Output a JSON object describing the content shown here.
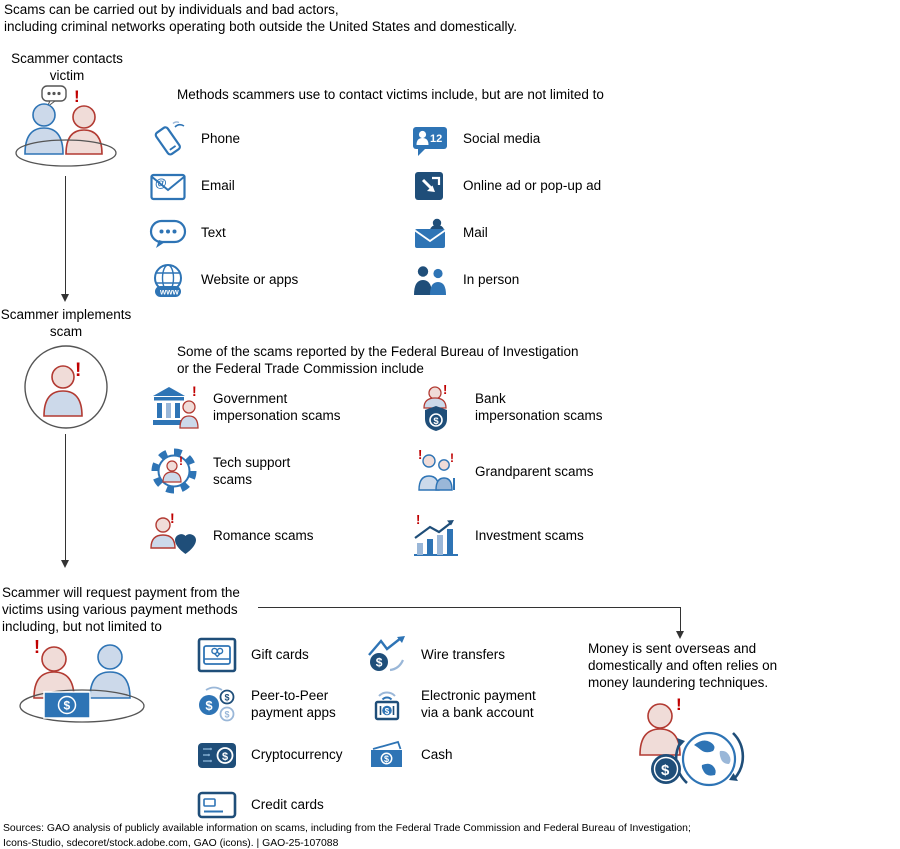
{
  "intro": {
    "text": "Scams can be carried out by individuals and bad actors,\nincluding criminal networks operating both outside the United States and domestically."
  },
  "flow": {
    "step1": "Scammer contacts\nvictim",
    "step2": "Scammer implements\nscam",
    "step3": "Scammer will request payment from the\nvictims using various payment methods\nincluding, but not limited to"
  },
  "contact_methods": {
    "header": "Methods scammers use to contact victims include, but are not limited to",
    "items": [
      {
        "icon": "phone-icon",
        "label": "Phone"
      },
      {
        "icon": "social-media-icon",
        "label": "Social media"
      },
      {
        "icon": "email-icon",
        "label": "Email"
      },
      {
        "icon": "online-ad-icon",
        "label": "Online ad or pop-up ad"
      },
      {
        "icon": "text-message-icon",
        "label": "Text"
      },
      {
        "icon": "mail-icon",
        "label": "Mail"
      },
      {
        "icon": "website-icon",
        "label": "Website or apps"
      },
      {
        "icon": "in-person-icon",
        "label": "In person"
      }
    ]
  },
  "scam_types": {
    "header": "Some of the scams reported by the Federal Bureau of Investigation\nor the Federal Trade Commission include",
    "items": [
      {
        "icon": "government-impersonation-icon",
        "label": "Government\nimpersonation scams"
      },
      {
        "icon": "bank-impersonation-icon",
        "label": "Bank\nimpersonation scams"
      },
      {
        "icon": "tech-support-icon",
        "label": "Tech support\nscams"
      },
      {
        "icon": "grandparent-icon",
        "label": "Grandparent scams"
      },
      {
        "icon": "romance-icon",
        "label": "Romance scams"
      },
      {
        "icon": "investment-icon",
        "label": "Investment scams"
      }
    ]
  },
  "payment_methods": {
    "items": [
      {
        "icon": "gift-card-icon",
        "label": "Gift cards"
      },
      {
        "icon": "wire-transfer-icon",
        "label": "Wire transfers"
      },
      {
        "icon": "p2p-payment-icon",
        "label": "Peer-to-Peer\npayment apps"
      },
      {
        "icon": "electronic-payment-icon",
        "label": "Electronic payment\nvia a bank account"
      },
      {
        "icon": "cryptocurrency-icon",
        "label": "Cryptocurrency"
      },
      {
        "icon": "cash-icon",
        "label": "Cash"
      },
      {
        "icon": "credit-card-icon",
        "label": "Credit cards"
      }
    ]
  },
  "money_note": "Money is sent overseas and\ndomestically and often relies on\nmoney laundering techniques.",
  "footer": {
    "text": "Sources: GAO analysis of publicly available information on scams, including from the Federal Trade Commission and Federal Bureau of Investigation;\nIcons-Studio, sdecoret/stock.adobe.com, GAO (icons).  |  GAO-25-107088"
  },
  "colors": {
    "blue": "#2e74b5",
    "dark_blue": "#1f4e79",
    "light_blue": "#ccd9ea",
    "pale_red": "#f0dcd8",
    "red": "#c00000",
    "line": "#333333"
  }
}
